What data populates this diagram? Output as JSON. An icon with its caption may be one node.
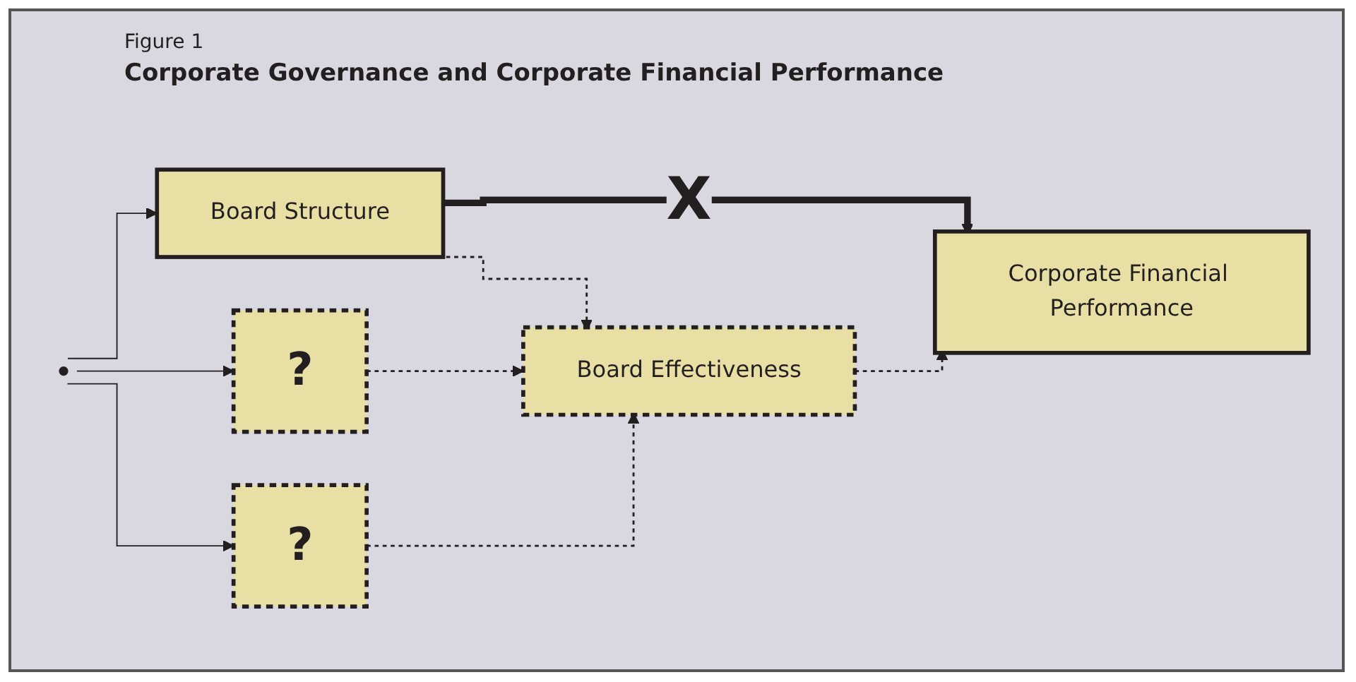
{
  "diagram": {
    "title": "Corporate Governance and Corporate Financial Performance",
    "nodes": [
      {
        "text": [
          "Board Structure"
        ]
      },
      {
        "text": [
          "?"
        ]
      },
      {
        "text": [
          "?"
        ]
      },
      {
        "text": [
          "Board Effectiveness"
        ]
      },
      {
        "text": [
          "Corporate Financial Performance"
        ]
      }
    ],
    "edges": [
      {
        "from": null,
        "to": 0,
        "arrow": "to"
      },
      {
        "from": null,
        "to": 1,
        "arrow": "to"
      },
      {
        "from": null,
        "to": 2,
        "arrow": "to"
      },
      {
        "from": 0,
        "to": 4,
        "arrow": "to",
        "label": "X",
        "style": "thick"
      },
      {
        "from": 0,
        "to": 3,
        "arrow": "to",
        "style": "dashed"
      },
      {
        "from": 1,
        "to": 3,
        "arrow": "to",
        "style": "dashed"
      },
      {
        "from": 2,
        "to": 3,
        "arrow": "to",
        "style": "dashed"
      },
      {
        "from": 3,
        "to": 4,
        "arrow": "to",
        "style": "dashed"
      }
    ],
    "labels": [
      "Figure 1"
    ]
  }
}
